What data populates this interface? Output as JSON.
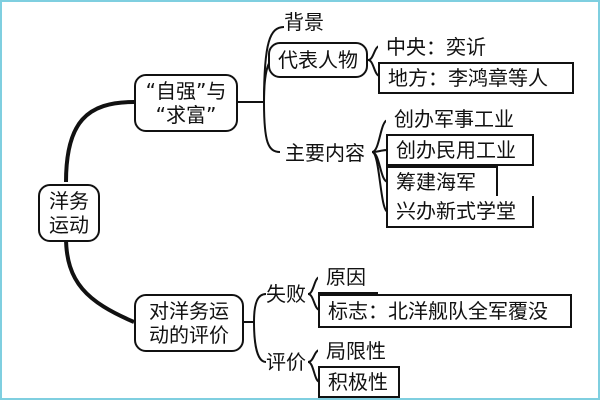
{
  "diagram": {
    "root": {
      "line1": "洋务",
      "line2": "运动"
    },
    "branch1": {
      "label_line1": "“自强”与",
      "label_line2": "“求富”",
      "background": "背景",
      "people": {
        "label": "代表人物",
        "items": [
          "中央：奕䜣",
          "地方：李鸿章等人"
        ]
      },
      "content": {
        "label": "主要内容",
        "items": [
          "创办军事工业",
          "创办民用工业",
          "筹建海军",
          "兴办新式学堂"
        ]
      }
    },
    "branch2": {
      "label_line1": "对洋务运",
      "label_line2": "动的评价",
      "failure": {
        "label": "失败",
        "items": [
          "原因",
          "标志：北洋舰队全军覆没"
        ]
      },
      "evaluation": {
        "label": "评价",
        "items": [
          "局限性",
          "积极性"
        ]
      }
    }
  },
  "colors": {
    "border_accent": "#7fcfe0",
    "line": "#111111"
  }
}
